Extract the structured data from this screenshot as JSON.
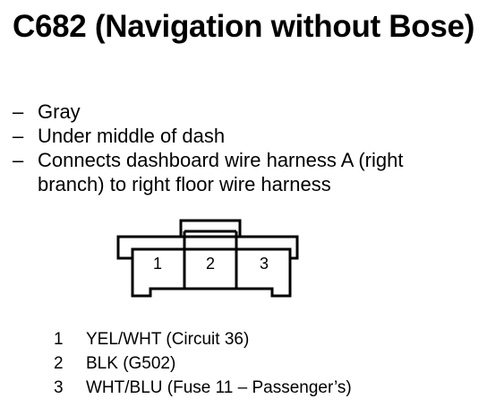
{
  "title": "C682 (Navigation without Bose)",
  "bullets": [
    "Gray",
    "Under middle of dash",
    "Connects dashboard wire harness A (right branch) to right floor wire harness"
  ],
  "bullet_marker": "–",
  "connector": {
    "cavities": [
      "1",
      "2",
      "3"
    ]
  },
  "pins": [
    {
      "num": "1",
      "desc": "YEL/WHT (Circuit 36)"
    },
    {
      "num": "2",
      "desc": "BLK (G502)"
    },
    {
      "num": "3",
      "desc": "WHT/BLU (Fuse 11 – Passenger’s)"
    }
  ]
}
